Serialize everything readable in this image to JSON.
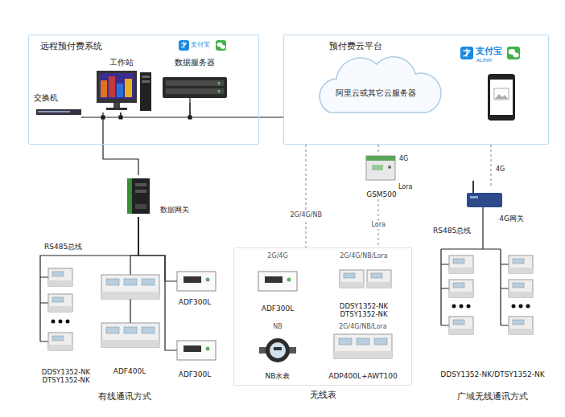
{
  "diagram": {
    "nodes": [
      {
        "text": [
          "远程预付费系统"
        ]
      },
      {
        "text": [
          "工作站"
        ],
        "in": 0
      },
      {
        "text": [
          "数据服务器"
        ],
        "in": 0
      },
      {
        "text": [
          "交换机"
        ],
        "in": 0
      },
      {
        "text": [
          "预付费云平台"
        ]
      },
      {
        "text": [
          "阿里云或其它云服务器"
        ],
        "in": 4
      },
      {
        "text": [
          "数据网关"
        ]
      },
      {
        "text": [
          "GSM500"
        ]
      },
      {
        "text": [
          "4G网关"
        ]
      },
      {
        "text": [
          "DDSY1352-NK DTSY1352-NK"
        ]
      },
      {
        "text": [
          "ADF400L"
        ]
      },
      {
        "text": [
          "ADF300L"
        ]
      },
      {
        "text": [
          "ADF300L"
        ]
      },
      {
        "text": [
          "无线表"
        ]
      },
      {
        "text": [
          "2G/4G",
          "ADF300L"
        ],
        "in": 13
      },
      {
        "text": [
          "2G/4G/NB/Lora",
          "DDSY1352-NK DTSY1352-NK"
        ],
        "in": 13
      },
      {
        "text": [
          "NB",
          "NB水表"
        ],
        "in": 13
      },
      {
        "text": [
          "2G/4G/NB/Lora",
          "ADP400L+AWT100"
        ],
        "in": 13
      },
      {
        "text": [
          "DDSY1352-NK/DTSY1352-NK"
        ]
      }
    ],
    "edges": [
      {
        "from": 3,
        "to": 1,
        "arrow": "none"
      },
      {
        "from": 1,
        "to": 2,
        "arrow": "none"
      },
      {
        "from": 2,
        "to": 4,
        "arrow": "none"
      },
      {
        "from": 1,
        "to": 6,
        "arrow": "none"
      },
      {
        "from": 6,
        "to": 9,
        "arrow": "none"
      },
      {
        "from": 6,
        "to": 10,
        "arrow": "none"
      },
      {
        "from": 6,
        "to": 11,
        "arrow": "none"
      },
      {
        "from": 6,
        "to": 12,
        "arrow": "none"
      },
      {
        "from": 4,
        "to": 13,
        "label": "2G/4G/NB",
        "arrow": "none"
      },
      {
        "from": 4,
        "to": 7,
        "arrow": "none"
      },
      {
        "from": 7,
        "to": 13,
        "label": "Lora",
        "arrow": "none"
      },
      {
        "from": 4,
        "to": 8,
        "arrow": "none"
      },
      {
        "from": 8,
        "to": 18,
        "arrow": "none"
      }
    ],
    "labels": [
      "支付宝",
      "支付宝",
      "ALIPAY",
      "4G",
      "Lora",
      "4G",
      "RS485总线",
      "RS485总线",
      "有线通讯方式",
      "广域无线通讯方式"
    ]
  }
}
